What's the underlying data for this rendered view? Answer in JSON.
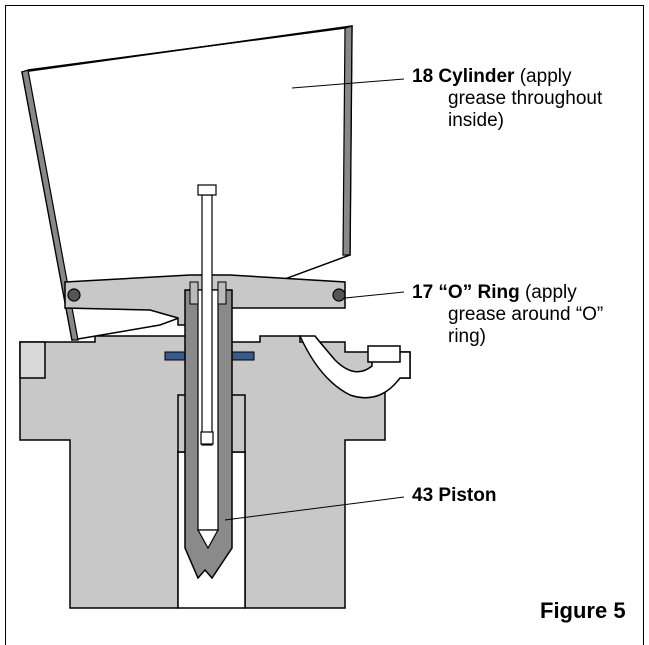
{
  "callouts": {
    "cylinder": {
      "number": "18",
      "name": "Cylinder",
      "note_line1": "(apply",
      "note_line2": "grease throughout",
      "note_line3": "inside)"
    },
    "o_ring": {
      "number": "17",
      "name": "“O” Ring",
      "note_line1": "(apply",
      "note_line2": "grease around “O”",
      "note_line3": "ring)"
    },
    "piston": {
      "label": "43 Piston"
    }
  },
  "figure": {
    "label": "Figure 5"
  },
  "colors": {
    "part_fill": "#c8c8c8",
    "dark_part": "#888888",
    "seal_blue": "#3a5a8c",
    "outline": "#000000"
  }
}
